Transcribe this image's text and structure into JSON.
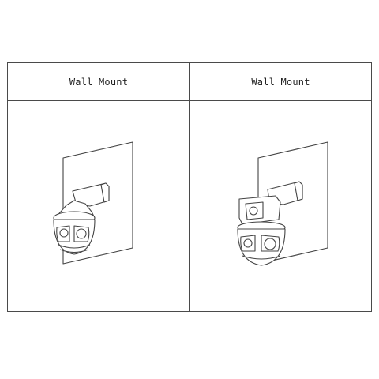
{
  "table": {
    "columns": [
      {
        "header": "Wall Mount",
        "figure": "ptz-dome-camera-wall-mount"
      },
      {
        "header": "Wall Mount",
        "figure": "dual-lens-ptz-camera-wall-mount"
      }
    ]
  },
  "colors": {
    "line": "#4a4a4a",
    "fill": "#ffffff"
  }
}
